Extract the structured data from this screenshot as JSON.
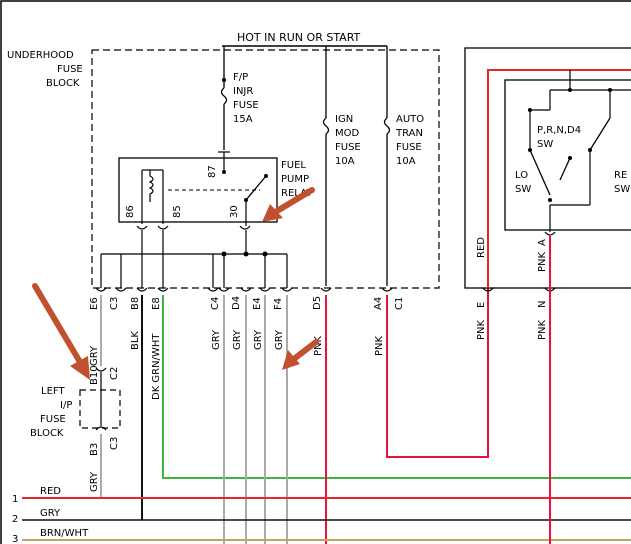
{
  "diagram": {
    "header": "HOT IN RUN OR START",
    "boxes": {
      "underhood": [
        "UNDERHOOD",
        "FUSE",
        "BLOCK"
      ],
      "left_ip": [
        "LEFT",
        "I/P",
        "FUSE",
        "BLOCK"
      ]
    },
    "fuses": {
      "fp_injr": [
        "F/P",
        "INJR",
        "FUSE",
        "15A"
      ],
      "ign_mod": [
        "IGN",
        "MOD",
        "FUSE",
        "10A"
      ],
      "auto_tran": [
        "AUTO",
        "TRAN",
        "FUSE",
        "10A"
      ]
    },
    "relay": {
      "label": [
        "FUEL",
        "PUMP",
        "RELAY"
      ],
      "pins": [
        "87",
        "86",
        "85",
        "30"
      ]
    },
    "switches": {
      "prnd4": [
        "P,R,N,D4",
        "SW"
      ],
      "lo": [
        "LO",
        "SW"
      ],
      "re": [
        "RE",
        "SW"
      ]
    },
    "connectors": [
      "E6",
      "C3",
      "B8",
      "E8",
      "C4",
      "D4",
      "E4",
      "F4",
      "D5",
      "A4",
      "C1",
      "E",
      "N",
      "A",
      "B10",
      "C2",
      "B3",
      "C3"
    ],
    "wire_colors": [
      "GRY",
      "BLK",
      "DK GRN/WHT",
      "GRY",
      "GRY",
      "GRY",
      "GRY",
      "PNK",
      "PNK",
      "PNK",
      "PNK",
      "RED",
      "PNK",
      "GRY"
    ],
    "bus": [
      {
        "num": "1",
        "label": "RED"
      },
      {
        "num": "2",
        "label": "GRY"
      },
      {
        "num": "3",
        "label": "BRN/WHT"
      }
    ],
    "colors": {
      "red": "#e8262c",
      "pink": "#e8123a",
      "green": "#3fb53f",
      "gray": "#aaaaaa",
      "black": "#111111",
      "brown": "#c8a060",
      "arrow": "#c0502e"
    }
  }
}
